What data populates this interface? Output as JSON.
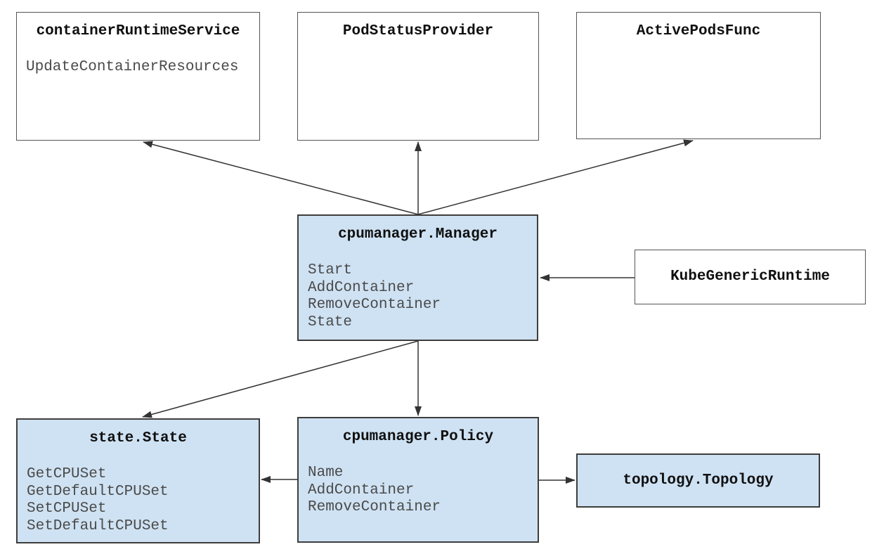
{
  "diagram": {
    "boxes": [
      {
        "id": "container-runtime-service",
        "title": "containerRuntimeService",
        "methods": [
          "UpdateContainerResources"
        ],
        "variant": "white"
      },
      {
        "id": "pod-status-provider",
        "title": "PodStatusProvider",
        "methods": [],
        "variant": "white"
      },
      {
        "id": "active-pods-func",
        "title": "ActivePodsFunc",
        "methods": [],
        "variant": "white"
      },
      {
        "id": "cpumanager-manager",
        "title": "cpumanager.Manager",
        "methods": [
          "Start",
          "AddContainer",
          "RemoveContainer",
          "State"
        ],
        "variant": "blue"
      },
      {
        "id": "kube-generic-runtime",
        "title": "KubeGenericRuntime",
        "methods": [],
        "variant": "white"
      },
      {
        "id": "state-state",
        "title": "state.State",
        "methods": [
          "GetCPUSet",
          "GetDefaultCPUSet",
          "SetCPUSet",
          "SetDefaultCPUSet"
        ],
        "variant": "blue"
      },
      {
        "id": "cpumanager-policy",
        "title": "cpumanager.Policy",
        "methods": [
          "Name",
          "AddContainer",
          "RemoveContainer"
        ],
        "variant": "blue"
      },
      {
        "id": "topology-topology",
        "title": "topology.Topology",
        "methods": [],
        "variant": "blue"
      }
    ],
    "edges": [
      {
        "id": "manager-to-container-runtime-service",
        "from": "cpumanager.Manager",
        "to": "containerRuntimeService"
      },
      {
        "id": "manager-to-pod-status-provider",
        "from": "cpumanager.Manager",
        "to": "PodStatusProvider"
      },
      {
        "id": "manager-to-active-pods-func",
        "from": "cpumanager.Manager",
        "to": "ActivePodsFunc"
      },
      {
        "id": "kube-generic-runtime-to-manager",
        "from": "KubeGenericRuntime",
        "to": "cpumanager.Manager"
      },
      {
        "id": "manager-to-state",
        "from": "cpumanager.Manager",
        "to": "state.State"
      },
      {
        "id": "manager-to-policy",
        "from": "cpumanager.Manager",
        "to": "cpumanager.Policy"
      },
      {
        "id": "policy-to-state",
        "from": "cpumanager.Policy",
        "to": "state.State"
      },
      {
        "id": "policy-to-topology",
        "from": "cpumanager.Policy",
        "to": "topology.Topology"
      }
    ],
    "colors": {
      "box_fill_blue": "#cfe2f3",
      "box_fill_white": "#ffffff",
      "box_border": "#3d3d3d",
      "arrow": "#333333",
      "title_text": "#101010",
      "method_text": "#4a4a4a",
      "background": "#ffffff"
    }
  }
}
